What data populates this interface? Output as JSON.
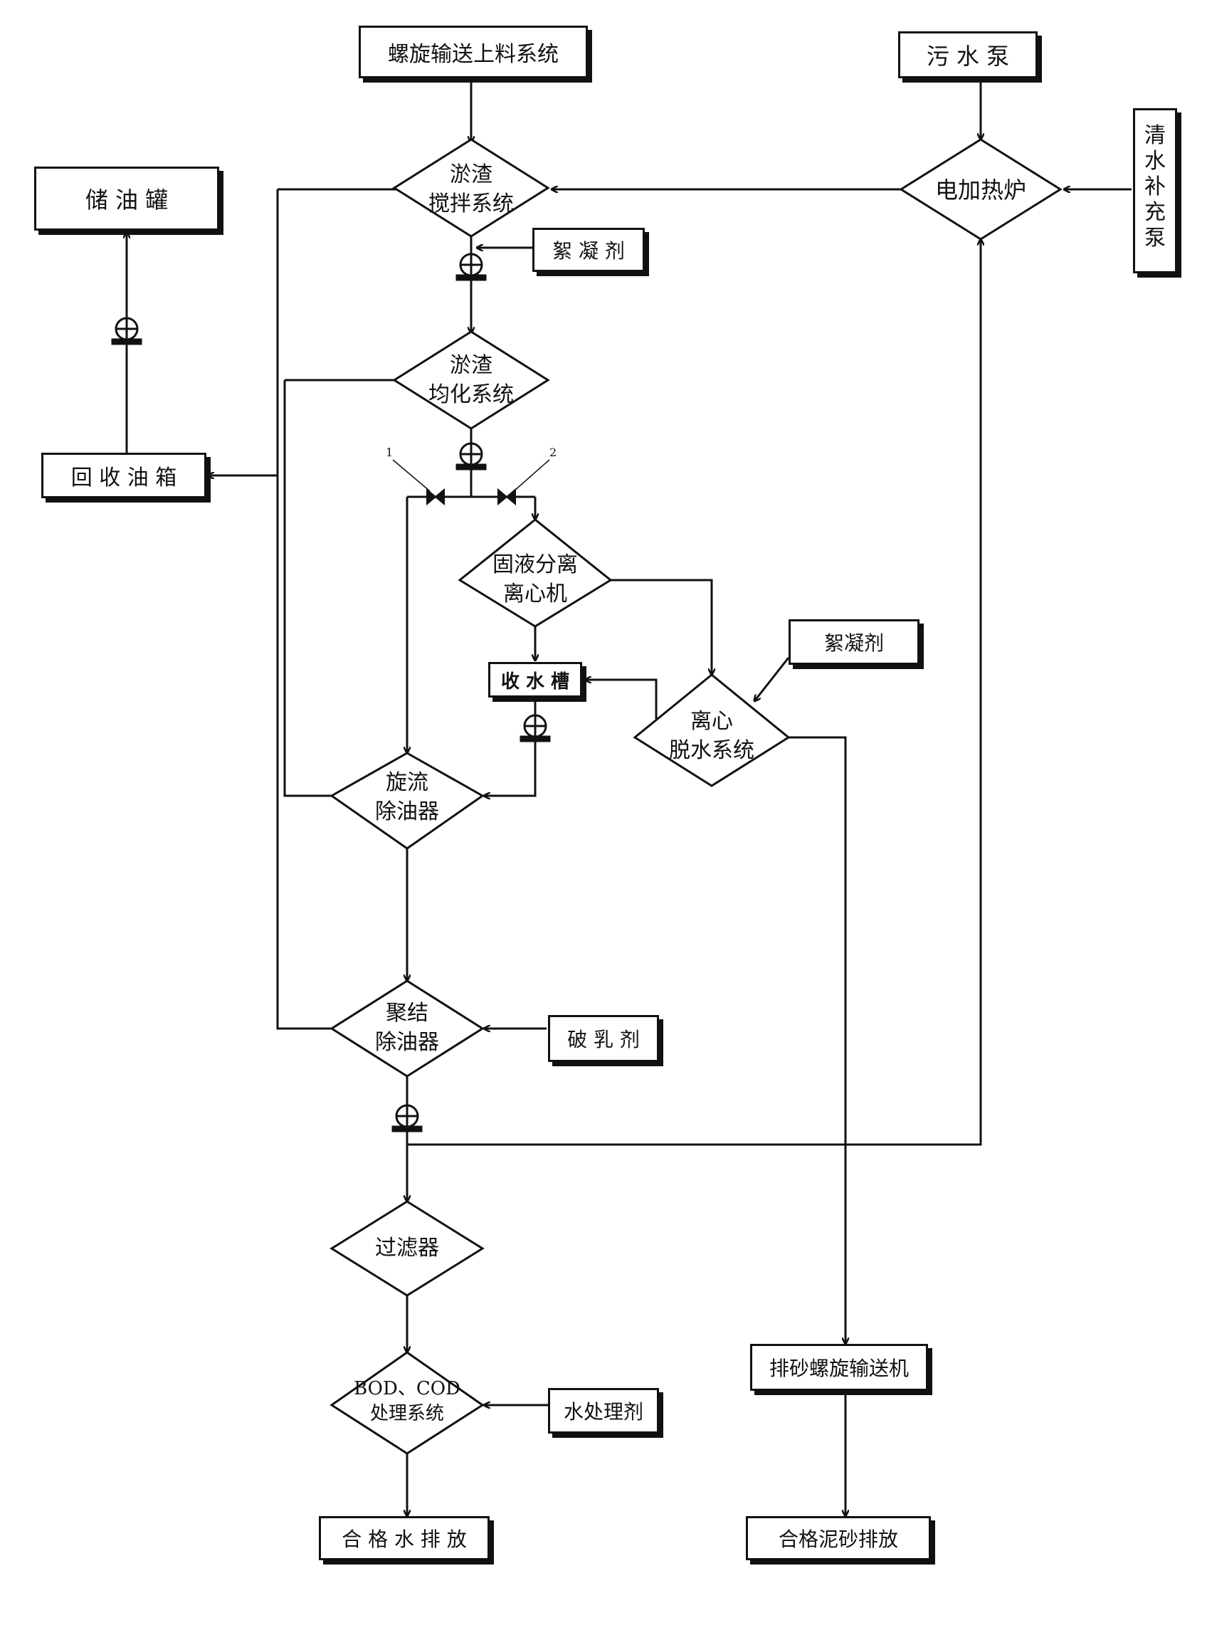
{
  "boxes": {
    "screw_feed": "螺旋输送上料系统",
    "sewage_pump": "污 水 泵",
    "oil_tank": "储 油 罐",
    "flocculant_1": "絮 凝 剂",
    "recovery_box": "回 收 油 箱",
    "flocculant_2": "絮凝剂",
    "water_tank": "收 水 槽",
    "demulsifier": "破 乳 剂",
    "water_agent": "水处理剂",
    "sand_screw": "排砂螺旋输送机",
    "qualified_water": "合 格 水 排 放",
    "qualified_sand": "合格泥砂排放",
    "clean_water_pump": [
      "清",
      "水",
      "补",
      "充",
      "泵"
    ]
  },
  "diamonds": {
    "sludge_mix": [
      "淤渣",
      "搅拌系统"
    ],
    "heater": [
      "电加热炉"
    ],
    "sludge_homog": [
      "淤渣",
      "均化系统"
    ],
    "centrifuge": [
      "固液分离",
      "离心机"
    ],
    "dewater": [
      "离心",
      "脱水系统"
    ],
    "cyclone": [
      "旋流",
      "除油器"
    ],
    "coalesce": [
      "聚结",
      "除油器"
    ],
    "filter": [
      "过滤器"
    ],
    "bod_cod": [
      "BOD、COD",
      "处理系统"
    ]
  },
  "valves": {
    "v1": "1",
    "v2": "2"
  }
}
